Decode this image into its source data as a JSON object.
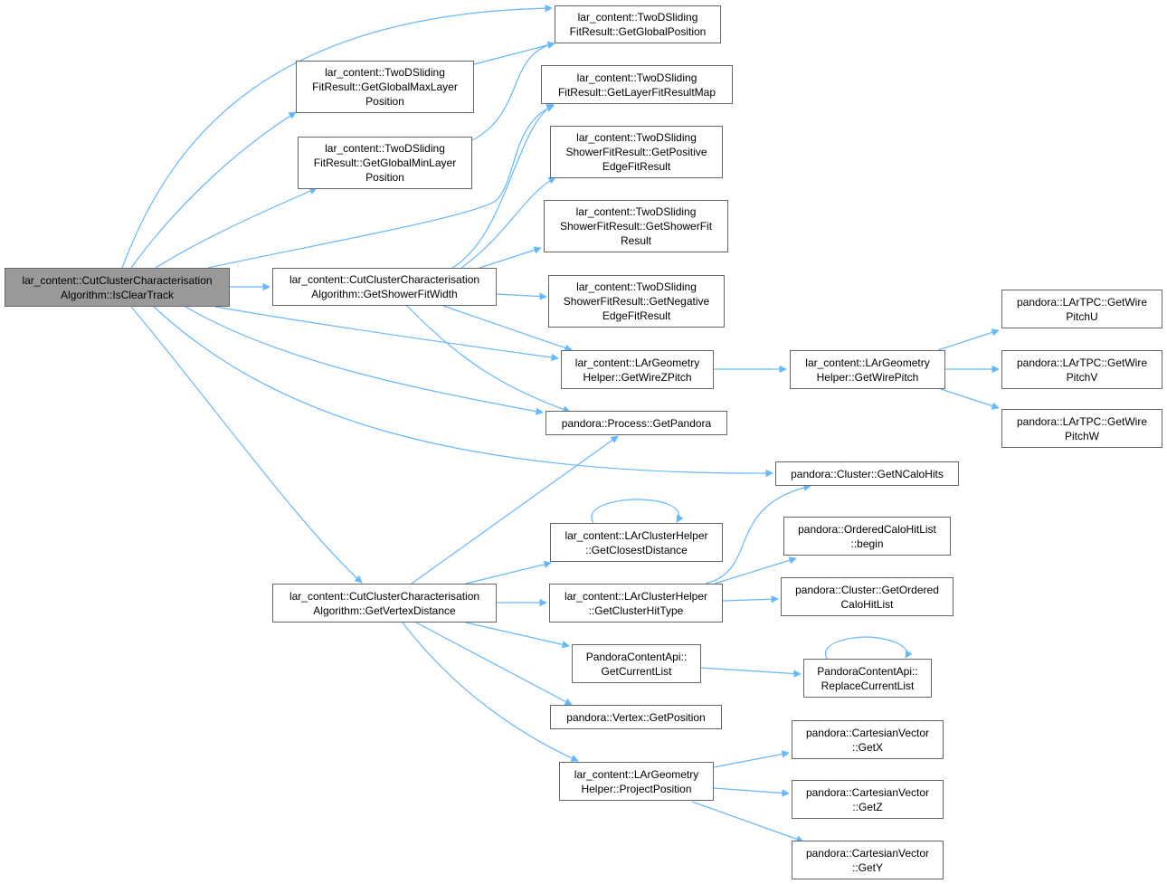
{
  "colors": {
    "edge": "#63b8ff",
    "root_fill": "#999999",
    "node_fill": "#ffffff",
    "node_border": "#666666"
  },
  "nodes": {
    "is_clear_track": [
      "lar_content::CutClusterCharacterisation",
      "Algorithm::IsClearTrack"
    ],
    "get_global_position": [
      "lar_content::TwoDSliding",
      "FitResult::GetGlobalPosition"
    ],
    "get_global_max_layer_position": [
      "lar_content::TwoDSliding",
      "FitResult::GetGlobalMaxLayer",
      "Position"
    ],
    "get_global_min_layer_position": [
      "lar_content::TwoDSliding",
      "FitResult::GetGlobalMinLayer",
      "Position"
    ],
    "get_layer_fit_result_map": [
      "lar_content::TwoDSliding",
      "FitResult::GetLayerFitResultMap"
    ],
    "get_positive_edge_fit_result": [
      "lar_content::TwoDSliding",
      "ShowerFitResult::GetPositive",
      "EdgeFitResult"
    ],
    "get_shower_fit_result": [
      "lar_content::TwoDSliding",
      "ShowerFitResult::GetShowerFit",
      "Result"
    ],
    "get_shower_fit_width": [
      "lar_content::CutClusterCharacterisation",
      "Algorithm::GetShowerFitWidth"
    ],
    "get_negative_edge_fit_result": [
      "lar_content::TwoDSliding",
      "ShowerFitResult::GetNegative",
      "EdgeFitResult"
    ],
    "get_wire_pitch_u": [
      "pandora::LArTPC::GetWire",
      "PitchU"
    ],
    "get_wire_z_pitch": [
      "lar_content::LArGeometry",
      "Helper::GetWireZPitch"
    ],
    "get_wire_pitch": [
      "lar_content::LArGeometry",
      "Helper::GetWirePitch"
    ],
    "get_wire_pitch_v": [
      "pandora::LArTPC::GetWire",
      "PitchV"
    ],
    "get_pandora": [
      "pandora::Process::GetPandora"
    ],
    "get_wire_pitch_w": [
      "pandora::LArTPC::GetWire",
      "PitchW"
    ],
    "get_n_calo_hits": [
      "pandora::Cluster::GetNCaloHits"
    ],
    "get_closest_distance": [
      "lar_content::LArClusterHelper",
      "::GetClosestDistance"
    ],
    "ordered_calo_hit_list_begin": [
      "pandora::OrderedCaloHitList",
      "::begin"
    ],
    "get_vertex_distance": [
      "lar_content::CutClusterCharacterisation",
      "Algorithm::GetVertexDistance"
    ],
    "get_cluster_hit_type": [
      "lar_content::LArClusterHelper",
      "::GetClusterHitType"
    ],
    "get_ordered_calo_hit_list": [
      "pandora::Cluster::GetOrdered",
      "CaloHitList"
    ],
    "get_current_list": [
      "PandoraContentApi::",
      "GetCurrentList"
    ],
    "replace_current_list": [
      "PandoraContentApi::",
      "ReplaceCurrentList"
    ],
    "vertex_get_position": [
      "pandora::Vertex::GetPosition"
    ],
    "cartesian_get_x": [
      "pandora::CartesianVector",
      "::GetX"
    ],
    "project_position": [
      "lar_content::LArGeometry",
      "Helper::ProjectPosition"
    ],
    "cartesian_get_z": [
      "pandora::CartesianVector",
      "::GetZ"
    ],
    "cartesian_get_y": [
      "pandora::CartesianVector",
      "::GetY"
    ]
  }
}
